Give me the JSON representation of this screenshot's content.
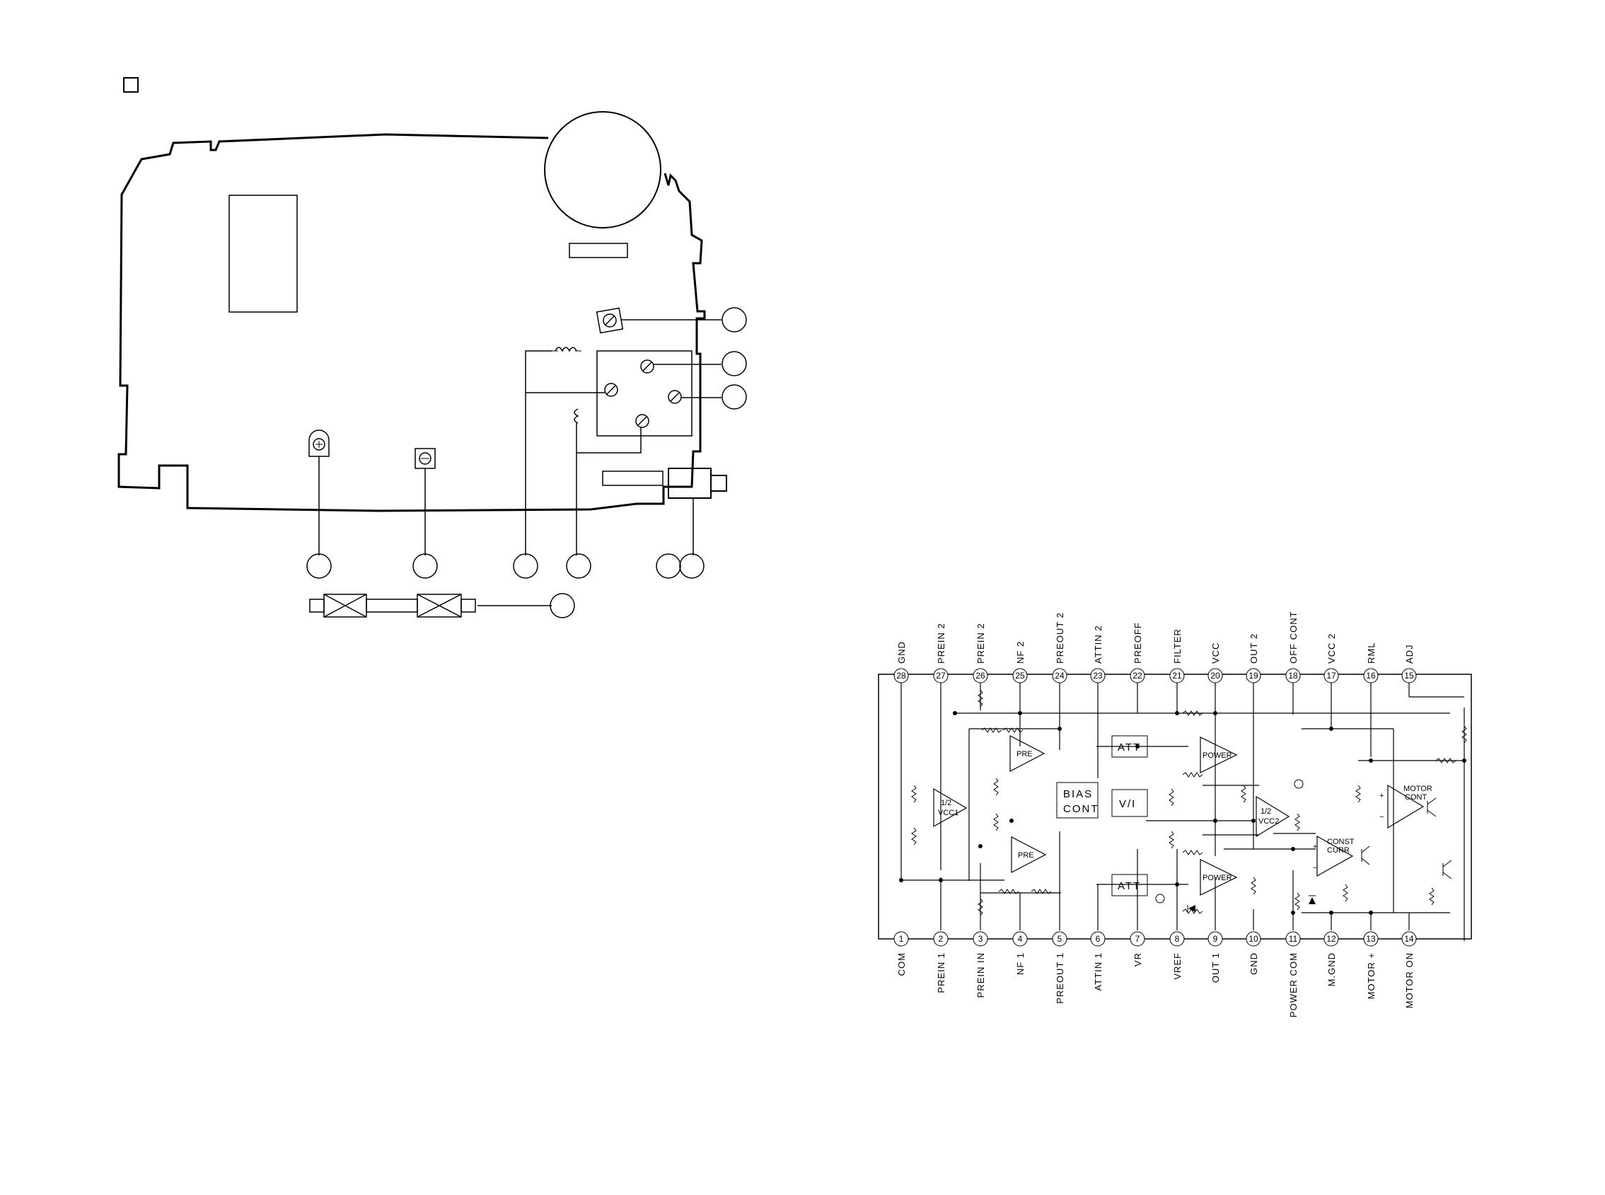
{
  "ic": {
    "top_pins": [
      {
        "num": "28",
        "name": "GND"
      },
      {
        "num": "27",
        "name": "PREIN 2"
      },
      {
        "num": "26",
        "name": "PREIN 2"
      },
      {
        "num": "25",
        "name": "NF 2"
      },
      {
        "num": "24",
        "name": "PREOUT 2"
      },
      {
        "num": "23",
        "name": "ATTIN 2"
      },
      {
        "num": "22",
        "name": "PREOFF"
      },
      {
        "num": "21",
        "name": "FILTER"
      },
      {
        "num": "20",
        "name": "VCC"
      },
      {
        "num": "19",
        "name": "OUT 2"
      },
      {
        "num": "18",
        "name": "OFF CONT"
      },
      {
        "num": "17",
        "name": "VCC 2"
      },
      {
        "num": "16",
        "name": "RML"
      },
      {
        "num": "15",
        "name": "ADJ"
      }
    ],
    "bottom_pins": [
      {
        "num": "1",
        "name": "COM"
      },
      {
        "num": "2",
        "name": "PREIN 1"
      },
      {
        "num": "3",
        "name": "PREIN IN"
      },
      {
        "num": "4",
        "name": "NF 1"
      },
      {
        "num": "5",
        "name": "PREOUT 1"
      },
      {
        "num": "6",
        "name": "ATTIN 1"
      },
      {
        "num": "7",
        "name": "VR"
      },
      {
        "num": "8",
        "name": "VREF"
      },
      {
        "num": "9",
        "name": "OUT 1"
      },
      {
        "num": "10",
        "name": "GND"
      },
      {
        "num": "11",
        "name": "POWER COM"
      },
      {
        "num": "12",
        "name": "M.GND"
      },
      {
        "num": "13",
        "name": "MOTOR +"
      },
      {
        "num": "14",
        "name": "MOTOR ON"
      }
    ],
    "blocks": {
      "pre": "PRE",
      "half_vcc_1_a": "1/2",
      "half_vcc_1_b": "VCC1",
      "bias_a": "BIAS",
      "bias_b": "CONT",
      "att": "ATT",
      "vi": "V/I",
      "power": "POWER",
      "half_vcc_2_a": "1/2",
      "half_vcc_2_b": "VCC2",
      "const_a": "CONST",
      "const_b": "CURR",
      "motor_a": "MOTOR",
      "motor_b": "CONT",
      "plus": "+",
      "minus": "−"
    }
  }
}
